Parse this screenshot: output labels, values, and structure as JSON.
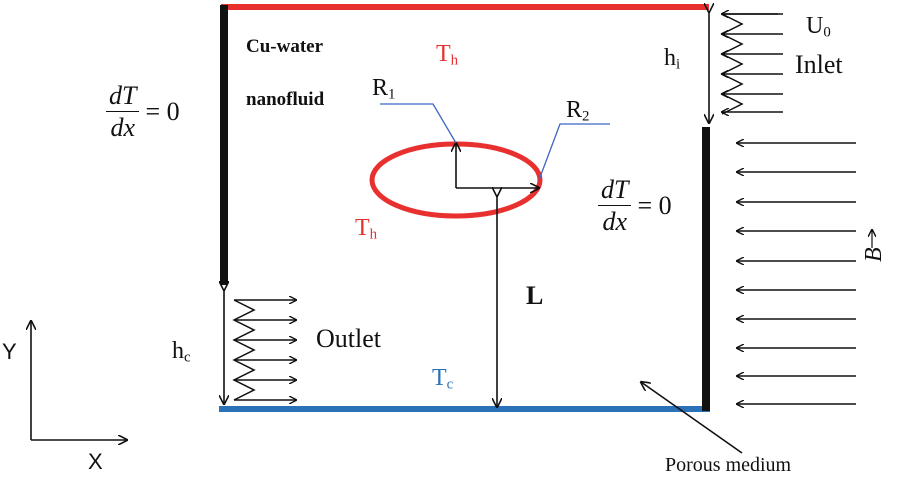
{
  "labels": {
    "fluid_line1": "Cu-water",
    "fluid_line2": "nanofluid",
    "th_top": "T",
    "th_top_sub": "h",
    "th_cyl": "T",
    "th_cyl_sub": "h",
    "tc": "T",
    "tc_sub": "c",
    "r1": "R",
    "r1_sub": "1",
    "r2": "R",
    "r2_sub": "2",
    "hi": "h",
    "hi_sub": "i",
    "hc": "h",
    "hc_sub": "c",
    "u0": "U",
    "u0_sub": "0",
    "inlet": "Inlet",
    "outlet": "Outlet",
    "L": "L",
    "porous": "Porous medium",
    "b_field": "B",
    "axis_x": "X",
    "axis_y": "Y"
  },
  "bc_left": {
    "num": "dT",
    "den": "dx",
    "rhs": "= 0"
  },
  "bc_right": {
    "num": "dT",
    "den": "dx",
    "rhs": "= 0"
  },
  "colors": {
    "hot": "#e8302f",
    "cold": "#2a71b8",
    "wall": "#111111",
    "leader": "#3b66c4"
  }
}
